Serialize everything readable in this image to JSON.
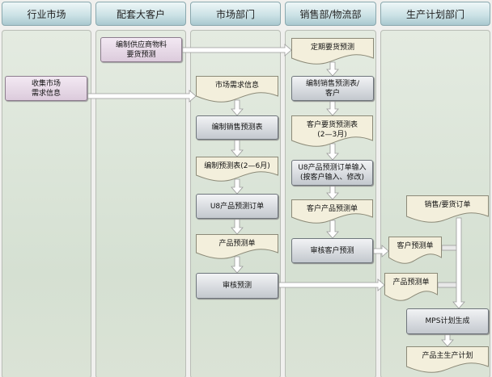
{
  "lanes": [
    "行业市场",
    "配套大客户",
    "市场部门",
    "销售部/物流部",
    "生产计划部门"
  ],
  "nodes": {
    "supplier_forecast": "编制供应商物料\n要货预测",
    "collect_market": "收集市场\n需求信息",
    "market_demand": "市场需求信息",
    "periodic_forecast": "定期要货预测",
    "sales_forecast_customer": "编制销售预测表/\n客户",
    "sales_forecast": "编制销售预测表",
    "customer_demand_table": "客户要货预测表\n(2—3月)",
    "forecast_table": "编制预测表(2—6月)",
    "u8_input": "U8产品预测订单输入\n(按客户输入、修改)",
    "u8_order": "U8产品预测订单",
    "customer_product_forecast": "客户产品预测单",
    "product_forecast": "产品预测单",
    "review_customer": "审核客户预测",
    "review_forecast": "审核预测",
    "sales_order": "销售/要货订单",
    "customer_forecast_right": "客户预测单",
    "product_forecast_right": "产品预测单",
    "mps": "MPS计划生成",
    "master_plan": "产品主生产计划"
  },
  "colors": {
    "doc": "#f3efdc",
    "docStroke": "#8c8a78",
    "arrow": "#ffffff",
    "arrowStroke": "#9a9a9a"
  }
}
